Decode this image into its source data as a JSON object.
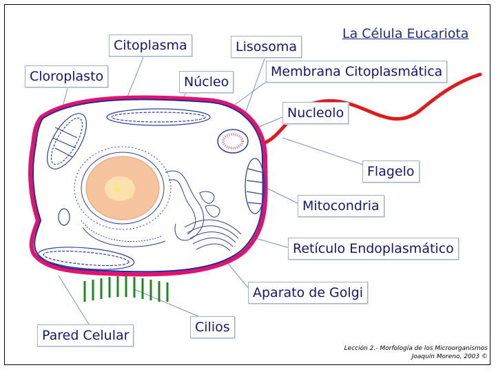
{
  "title": "La Célula Eucariota",
  "labels": {
    "citoplasma": "Citoplasma",
    "lisosoma": "Lisosoma",
    "cloroplasto": "Cloroplasto",
    "nucleo": "Núcleo",
    "membrana": "Membrana Citoplasmática",
    "nucleolo": "Nucleolo",
    "flagelo": "Flagelo",
    "mitocondria": "Mitocondria",
    "reticulo": "Retículo Endoplasmático",
    "golgi": "Aparato de Golgi",
    "cilios": "Cilios",
    "pared": "Pared Celular"
  },
  "credit": {
    "line1": "Lección 2.- Morfología de los Microorganismos",
    "line2": "Joaquín Moreno, 2003 ©"
  },
  "colors": {
    "cell_wall": "#e0146e",
    "membrane": "#1c2a9a",
    "flagellum": "#e01a1a",
    "cilia": "#1a8a1a",
    "nucleus": "#f7c4a0",
    "organelle_line": "#2a3f9a",
    "label_text": "#11167a",
    "pointer_line": "#7a8fb8"
  }
}
